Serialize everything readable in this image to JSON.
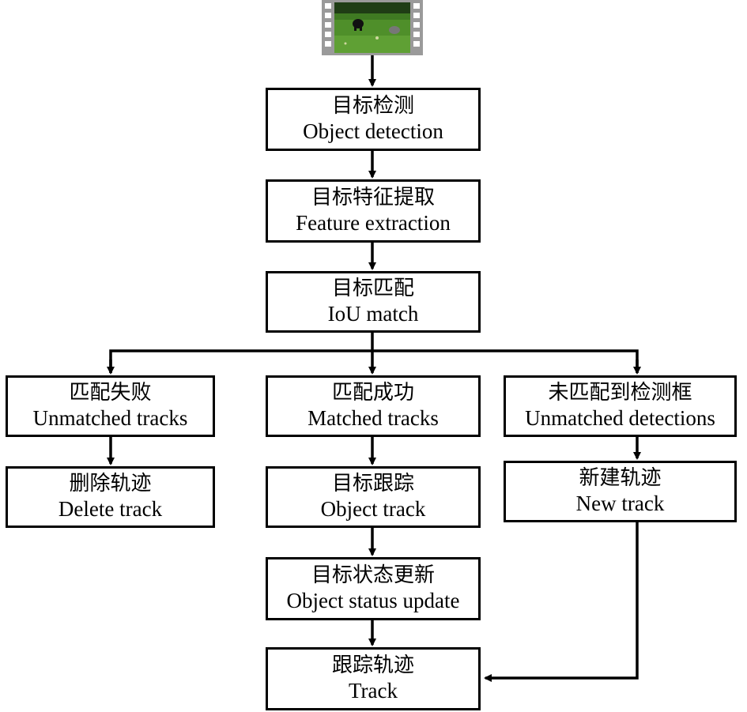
{
  "nodes": {
    "detection": {
      "zh": "目标检测",
      "en": "Object detection"
    },
    "feature": {
      "zh": "目标特征提取",
      "en": "Feature extraction"
    },
    "iou": {
      "zh": "目标匹配",
      "en": "IoU match"
    },
    "unmatched_tracks": {
      "zh": "匹配失败",
      "en": "Unmatched tracks"
    },
    "matched_tracks": {
      "zh": "匹配成功",
      "en": "Matched tracks"
    },
    "unmatched_detections": {
      "zh": "未匹配到检测框",
      "en": "Unmatched detections"
    },
    "delete_track": {
      "zh": "删除轨迹",
      "en": "Delete track"
    },
    "object_track": {
      "zh": "目标跟踪",
      "en": "Object track"
    },
    "new_track": {
      "zh": "新建轨迹",
      "en": "New track"
    },
    "status_update": {
      "zh": "目标状态更新",
      "en": "Object status update"
    },
    "track": {
      "zh": "跟踪轨迹",
      "en": "Track"
    }
  },
  "colors": {
    "stroke": "#000000",
    "box_fill": "#ffffff",
    "film_frame": "#9a9a9a",
    "film_hole": "#ffffff",
    "grass": "#4f8f2a",
    "grass_dark": "#2f6b1c",
    "trees": "#1f3d15"
  },
  "icons": {
    "input_image": "video-frame-filmstrip-icon"
  }
}
